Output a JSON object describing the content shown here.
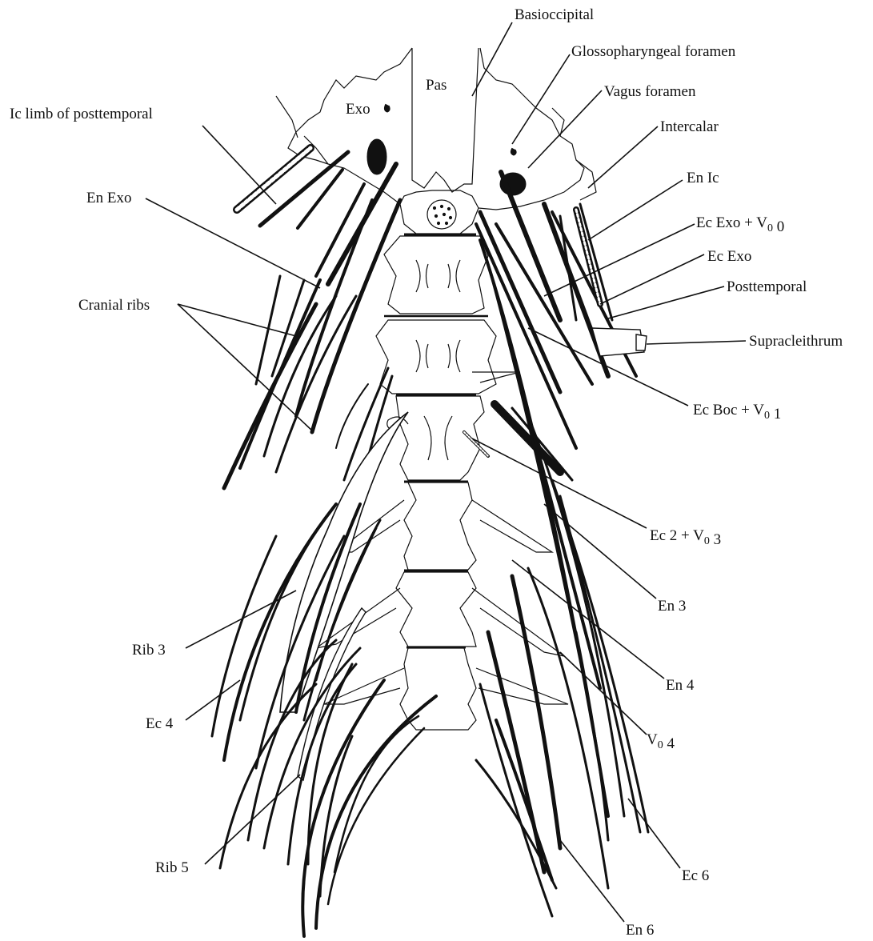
{
  "figure": {
    "labels": {
      "basioccipital": "Basioccipital",
      "glossopharyngeal_foramen": "Glossopharyngeal foramen",
      "vagus_foramen": "Vagus foramen",
      "intercalar": "Intercalar",
      "en_ic": "En Ic",
      "ec_exo_v0_0": "Ec Exo + V0 0",
      "ec_exo": "Ec Exo",
      "posttemporal": "Posttemporal",
      "supracleithrum": "Supracleithrum",
      "ec_boc_v0_1": "Ec Boc + V0 1",
      "ec2_v0_3": "Ec 2 + V0 3",
      "en3": "En 3",
      "en4": "En 4",
      "v0_4": "V0 4",
      "ec6": "Ec 6",
      "en6": "En 6",
      "ic_limb": "Ic limb of posttemporal",
      "en_exo": "En Exo",
      "cranial_ribs": "Cranial ribs",
      "rib3": "Rib 3",
      "ec4": "Ec 4",
      "rib5": "Rib 5",
      "exo": "Exo",
      "pas": "Pas"
    }
  }
}
